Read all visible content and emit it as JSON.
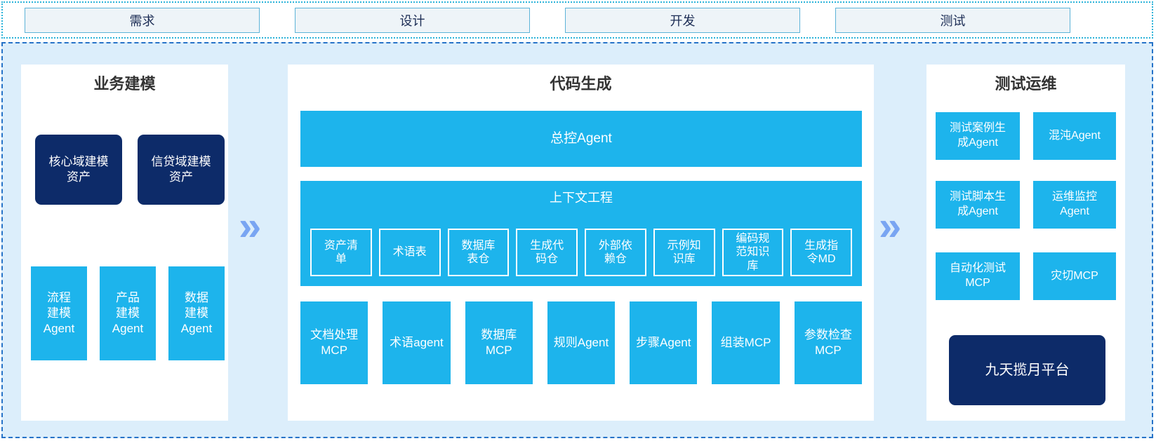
{
  "phases": [
    "需求",
    "设计",
    "开发",
    "测试"
  ],
  "business_modeling": {
    "title": "业务建模",
    "assets": [
      "核心域建模\n资产",
      "信贷域建模\n资产"
    ],
    "agents": [
      "流程\n建模\nAgent",
      "产品\n建模\nAgent",
      "数据\n建模\nAgent"
    ]
  },
  "code_generation": {
    "title": "代码生成",
    "master_agent": "总控Agent",
    "context_engineering": {
      "title": "上下文工程",
      "items": [
        "资产清\n单",
        "术语表",
        "数据库\n表仓",
        "生成代\n码仓",
        "外部依\n赖仓",
        "示例知\n识库",
        "编码规\n范知识\n库",
        "生成指\n令MD"
      ]
    },
    "tools": [
      "文档处理\nMCP",
      "术语agent",
      "数据库\nMCP",
      "规则Agent",
      "步骤Agent",
      "组装MCP",
      "参数检查\nMCP"
    ]
  },
  "test_ops": {
    "title": "测试运维",
    "boxes": [
      "测试案例生\n成Agent",
      "混沌Agent",
      "测试脚本生\n成Agent",
      "运维监控\nAgent",
      "自动化测试\nMCP",
      "灾切MCP"
    ],
    "platform": "九天揽月平台"
  },
  "arrow_glyph": "»",
  "colors": {
    "cyan": "#1db4ec",
    "navy": "#0d2b69",
    "canvas_bg": "#dceefb",
    "arrow": "#79a5f2",
    "dashed_border": "#2673c8",
    "dotted_border": "#2bb3d9"
  }
}
